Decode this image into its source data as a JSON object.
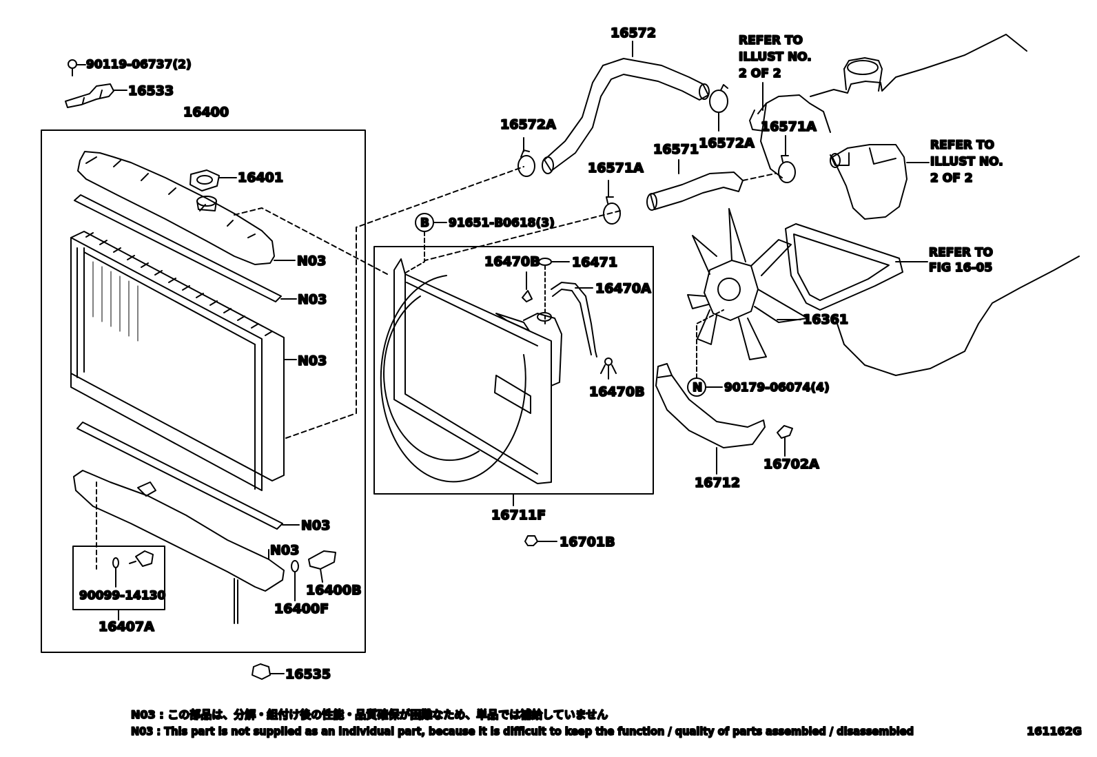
{
  "labels": {
    "p90119": "90119-06737(2)",
    "p16533": "16533",
    "p16400": "16400",
    "p16401": "16401",
    "n03_a": "N03",
    "n03_b": "N03",
    "n03_c": "N03",
    "n03_d": "N03",
    "n03_e": "N03",
    "p90099": "90099-14130",
    "p16407A": "16407A",
    "p16400F": "16400F",
    "p16400B": "16400B",
    "p16535": "16535",
    "p16572": "16572",
    "p16572A_l": "16572A",
    "p16572A_r": "16572A",
    "p16571A_l": "16571A",
    "p16571A_r": "16571A",
    "p16571": "16571",
    "p91651": "91651-B0618(3)",
    "circ_b": "B",
    "p16470B_t": "16470B",
    "p16471": "16471",
    "p16470A": "16470A",
    "p16470B_b": "16470B",
    "p16711F": "16711F",
    "p16701B": "16701B",
    "p16361": "16361",
    "circ_n": "N",
    "p90179": "90179-06074(4)",
    "p16712": "16712",
    "p16702A": "16702A",
    "refer1": [
      "REFER TO",
      "ILLUST NO.",
      "2 OF 2"
    ],
    "refer2": [
      "REFER TO",
      "ILLUST NO.",
      "2 OF 2"
    ],
    "refer3": [
      "REFER TO",
      "FIG 16-05"
    ]
  },
  "notes": {
    "jp": "N03 : この部品は、分解・組付け後の性能・品質確保が困難なため、単品では補給していません",
    "en": "N03 : This part is not supplied as an individual part, because it is difficult to keep the function / quality of parts assembled / disassembled"
  },
  "figure_id": "161162G"
}
